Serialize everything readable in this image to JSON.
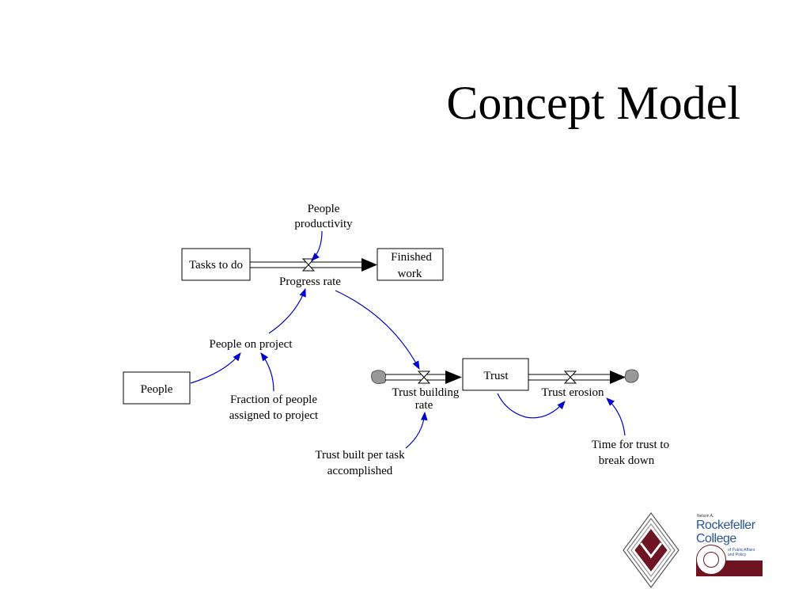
{
  "slide": {
    "title": "Concept Model"
  },
  "diagram": {
    "stocks": {
      "tasks_to_do": "Tasks to do",
      "finished_work_line1": "Finished",
      "finished_work_line2": "work",
      "people": "People",
      "trust": "Trust"
    },
    "flows": {
      "progress_rate": "Progress rate",
      "trust_building_rate_line1": "Trust building",
      "trust_building_rate_line2": "rate",
      "trust_erosion": "Trust erosion"
    },
    "variables": {
      "people_productivity_line1": "People",
      "people_productivity_line2": "productivity",
      "people_on_project": "People on project",
      "fraction_line1": "Fraction of people",
      "fraction_line2": "assigned to project",
      "trust_per_task_line1": "Trust built per task",
      "trust_per_task_line2": "accomplished",
      "time_for_trust_line1": "Time for trust to",
      "time_for_trust_line2": "break down"
    },
    "colors": {
      "link": "#0000cc",
      "stock_border": "#000000",
      "cloud": "#999999"
    }
  },
  "logo": {
    "small_text": "Nelson A.",
    "line1": "Rockefeller",
    "line2": "College",
    "sub1": "of Public Affairs",
    "sub2": "and Policy",
    "colors": {
      "primary": "#2b5597",
      "accent": "#6e1423"
    }
  }
}
